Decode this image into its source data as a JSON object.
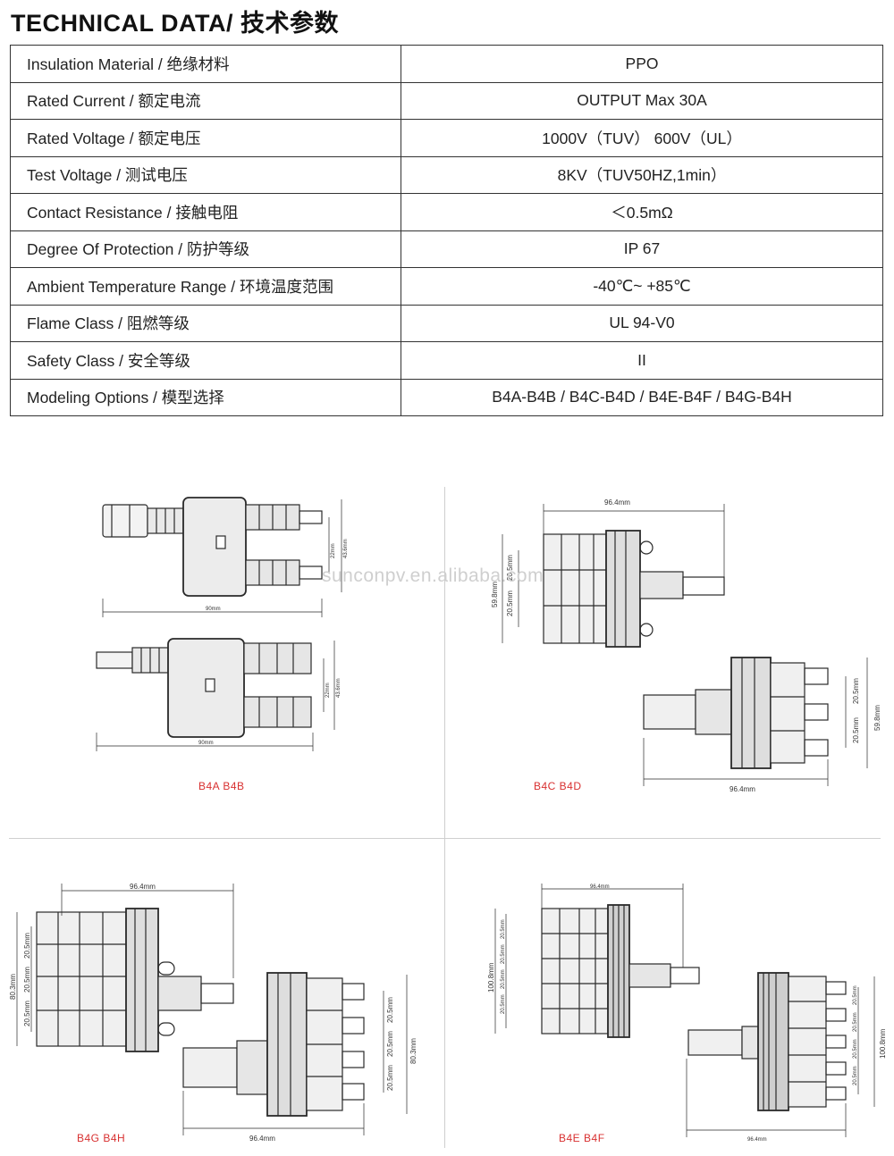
{
  "heading": "TECHNICAL DATA/ 技术参数",
  "specs": [
    {
      "label": "Insulation Material / 绝缘材料",
      "value": "PPO"
    },
    {
      "label": "Rated Current / 额定电流",
      "value": "OUTPUT  Max 30A"
    },
    {
      "label": "Rated Voltage / 额定电压",
      "value": "1000V（TUV）  600V（UL）"
    },
    {
      "label": "Test  Voltage / 测试电压",
      "value": "8KV（TUV50HZ,1min）"
    },
    {
      "label": "Contact Resistance / 接触电阻",
      "value": "＜0.5mΩ"
    },
    {
      "label": "Degree Of Protection / 防护等级",
      "value": "IP 67"
    },
    {
      "label": "Ambient Temperature Range / 环境温度范围",
      "value": "-40℃~ +85℃"
    },
    {
      "label": "Flame Class / 阻燃等级",
      "value": "UL 94-V0"
    },
    {
      "label": "Safety Class / 安全等级",
      "value": "II"
    },
    {
      "label": "Modeling Options / 模型选择",
      "value": "B4A-B4B / B4C-B4D / B4E-B4F / B4G-B4H"
    }
  ],
  "watermark": "sunconpv.en.alibaba.com",
  "drawings": {
    "b4ab": {
      "model": "B4A  B4B",
      "dim_width": "90mm",
      "dim_inner": "22mm",
      "dim_outer": "43.6mm"
    },
    "b4cd": {
      "model": "B4C   B4D",
      "dim_width": "96.4mm",
      "dim_pitch": "20.5mm",
      "dim_total": "59.8mm"
    },
    "b4gh": {
      "model": "B4G   B4H",
      "dim_width": "96.4mm",
      "dim_pitch": "20.5mm",
      "dim_total": "80.3mm"
    },
    "b4ef": {
      "model": "B4E   B4F",
      "dim_width": "96.4mm",
      "dim_pitch": "20.5mm",
      "dim_total": "100.8mm"
    }
  }
}
